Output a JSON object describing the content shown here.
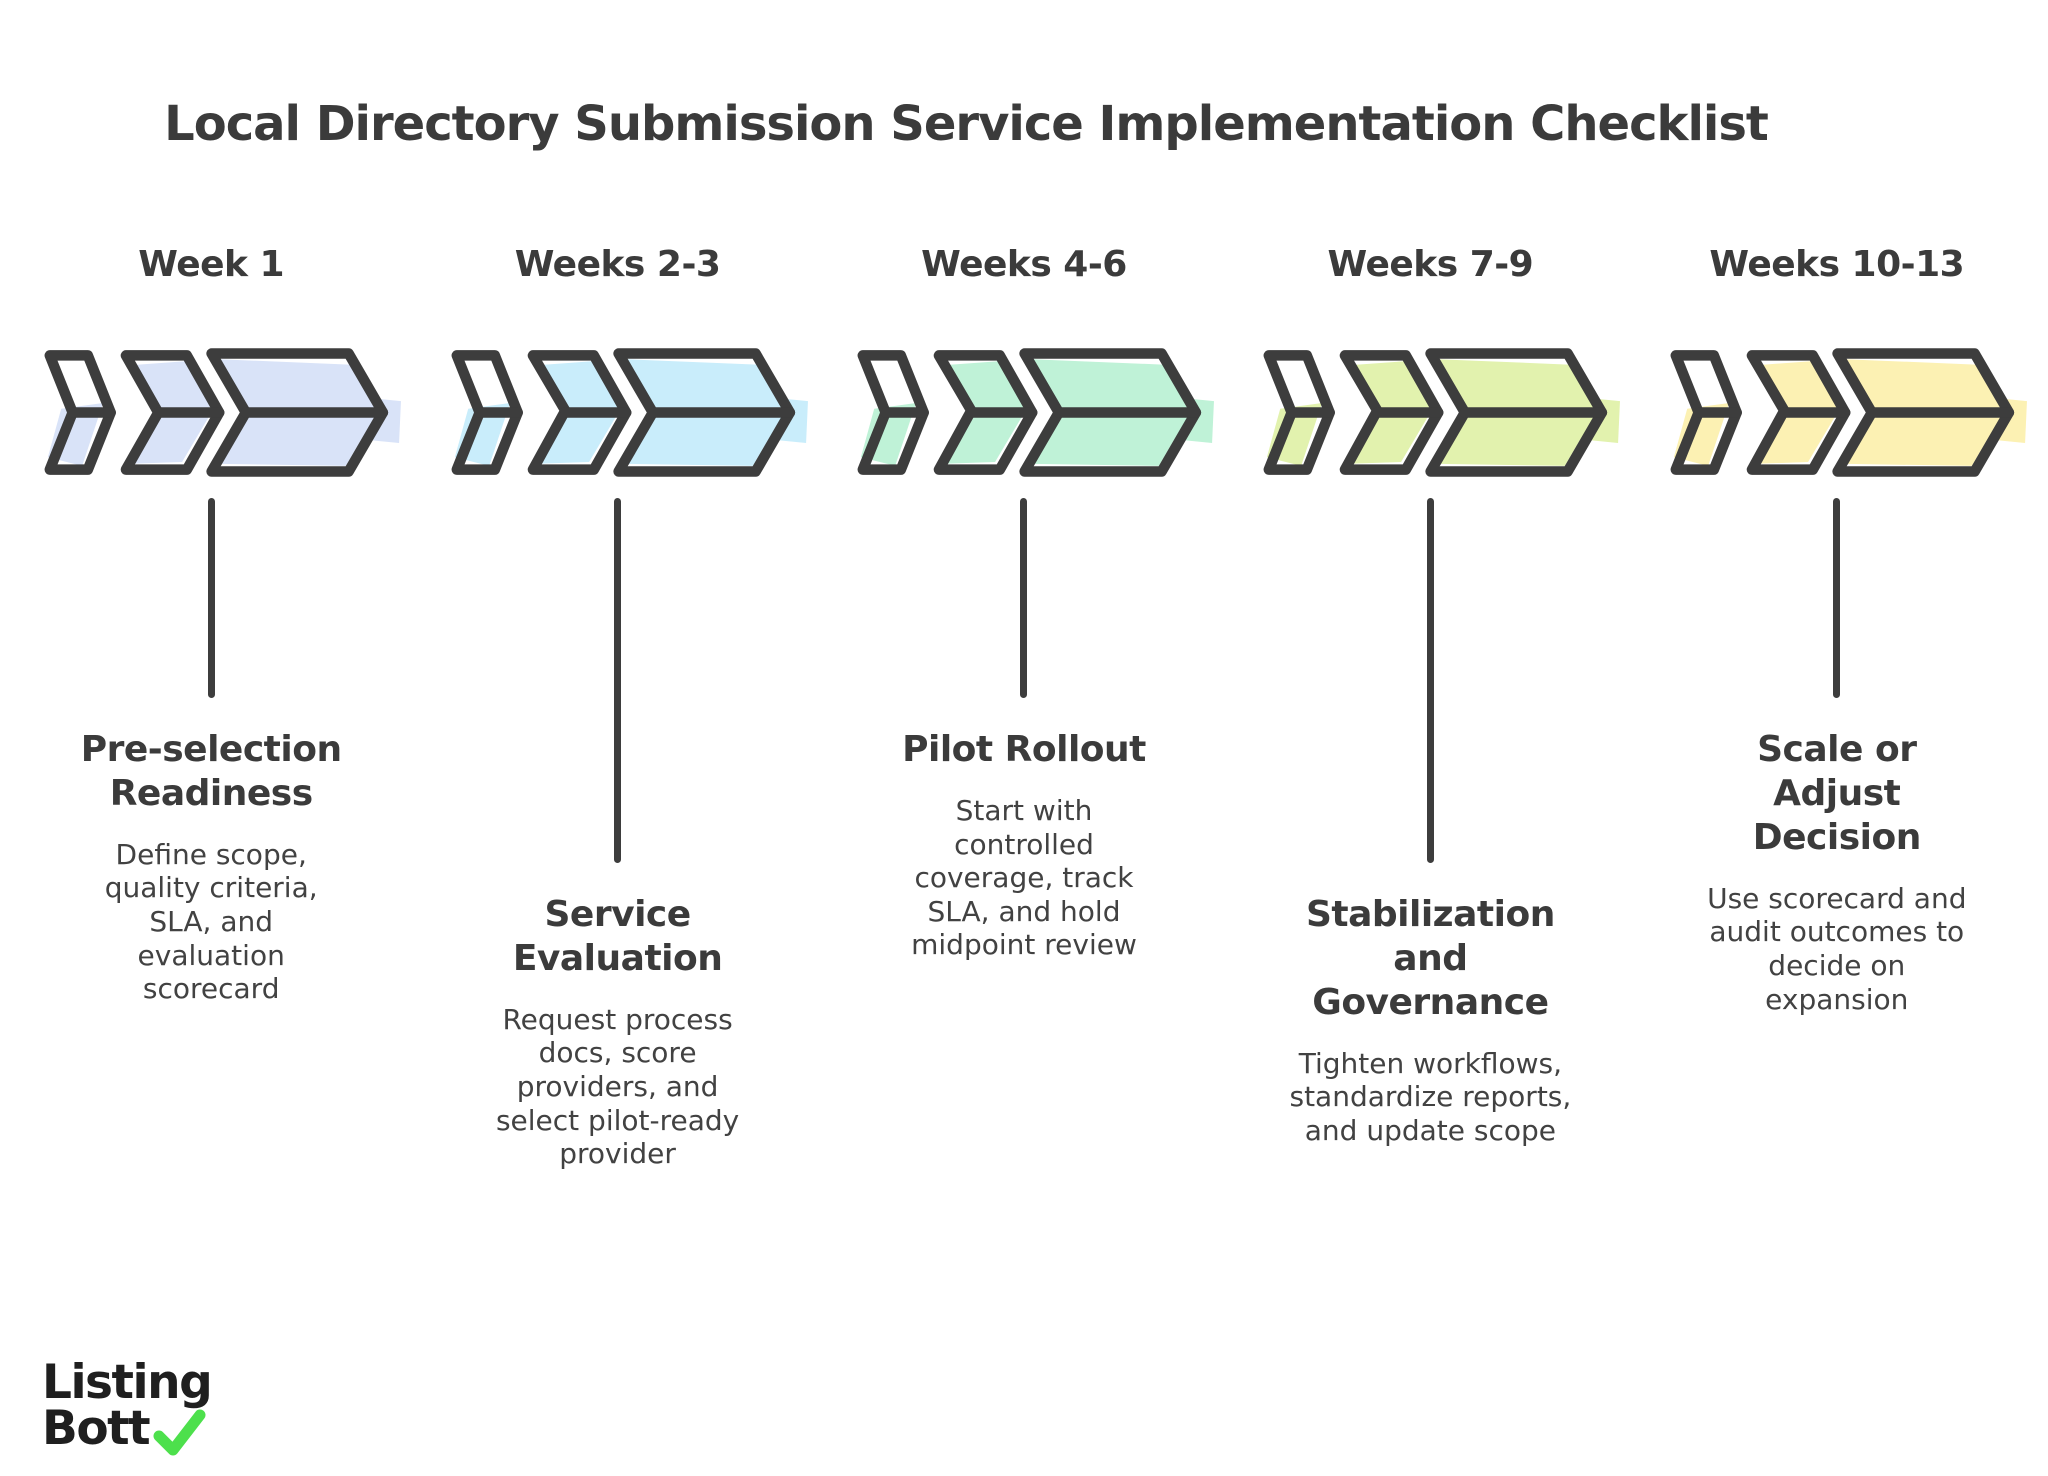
{
  "title": "Local Directory Submission Service Implementation Checklist",
  "colors": {
    "outline": "#3d3d3d",
    "title_text": "#3b3b3b",
    "body_text": "#424242",
    "background": "#ffffff",
    "logo_text": "#1f1f1f",
    "logo_green": "#4de04c"
  },
  "icons": {
    "chevron_arrows": "triple-chevron-arrow-icon",
    "logo_check": "checkmark-icon"
  },
  "logo": {
    "line1": "Listing",
    "line2": "Bott"
  },
  "columns": [
    {
      "week": "Week 1",
      "title": "Pre-selection Readiness",
      "description": "Define scope, quality criteria, SLA, and evaluation scorecard",
      "highlight": "#d9e3f8"
    },
    {
      "week": "Weeks 2-3",
      "title": "Service Evaluation",
      "description": "Request process docs, score providers, and select pilot-ready provider",
      "highlight": "#c9edfb"
    },
    {
      "week": "Weeks 4-6",
      "title": "Pilot Rollout",
      "description": "Start with controlled coverage, track SLA, and hold midpoint review",
      "highlight": "#bff2d7"
    },
    {
      "week": "Weeks 7-9",
      "title": "Stabilization and Governance",
      "description": "Tighten workflows, standardize reports, and update scope",
      "highlight": "#e2f2ae"
    },
    {
      "week": "Weeks 10-13",
      "title": "Scale or Adjust Decision",
      "description": "Use scorecard and audit outcomes to decide on expansion",
      "highlight": "#fcf1b3"
    }
  ]
}
